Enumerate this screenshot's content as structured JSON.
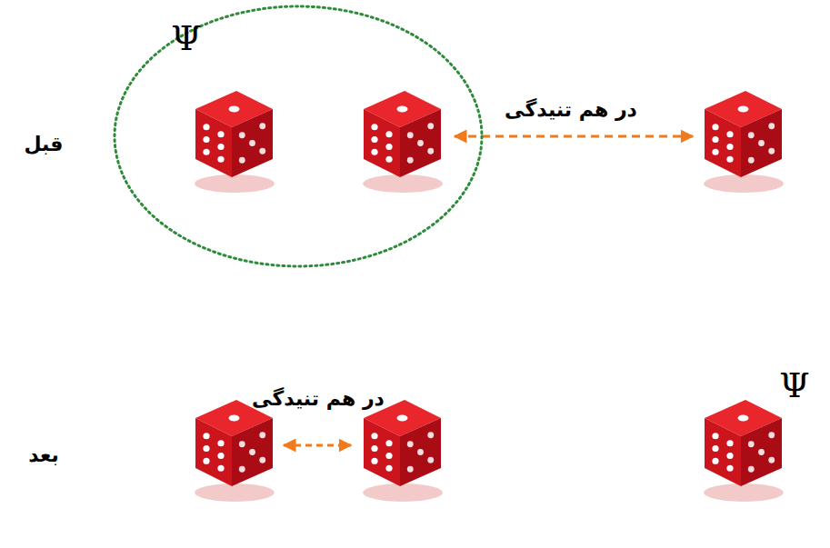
{
  "diagram": {
    "nodes": [
      {
        "text": [
          "Ψ"
        ]
      }
    ],
    "labels": [
      "قبل",
      "در هم تنیدگی",
      "بعد",
      "در هم تنیدگی",
      "Ψ"
    ]
  }
}
